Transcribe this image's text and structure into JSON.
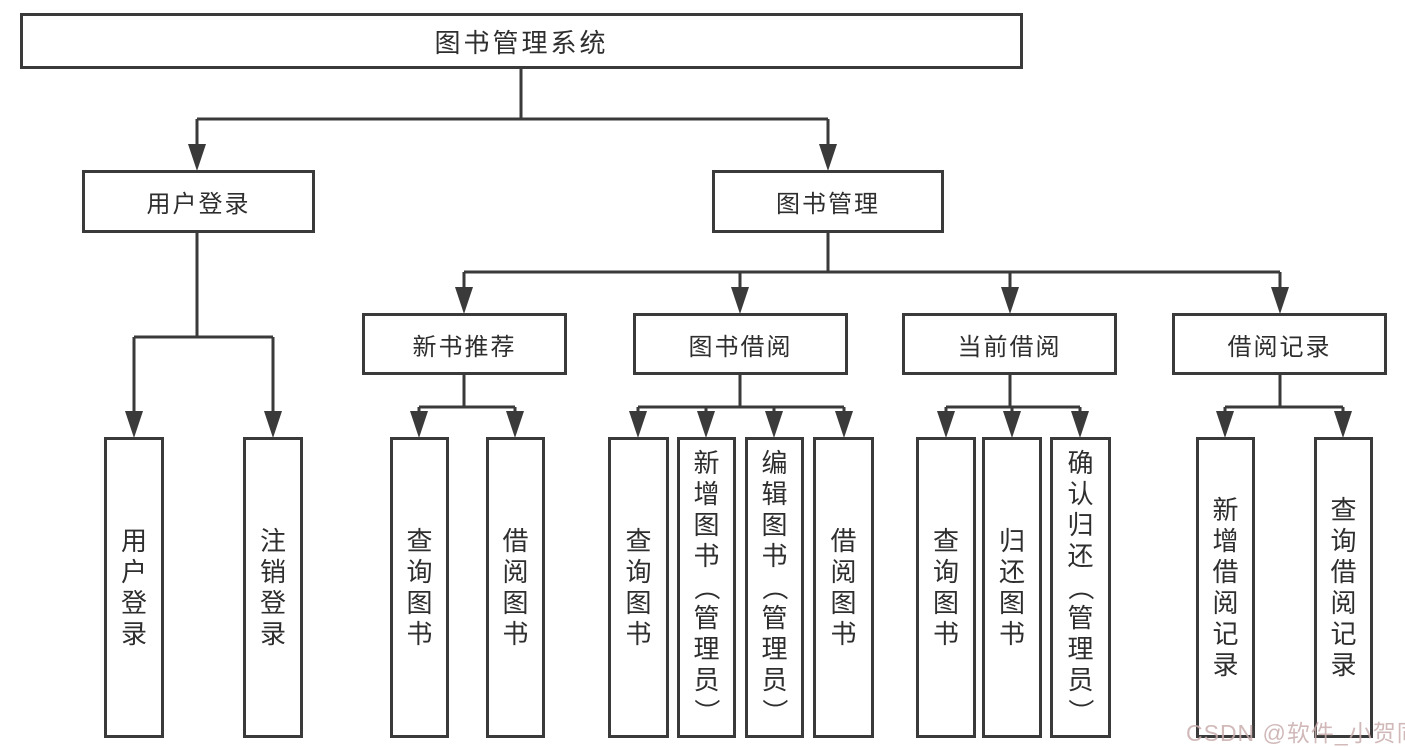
{
  "tree": {
    "label": "图书管理系统",
    "children": [
      {
        "label": "用户登录",
        "children": [
          {
            "label": "用户登录"
          },
          {
            "label": "注销登录"
          }
        ]
      },
      {
        "label": "图书管理",
        "children": [
          {
            "label": "新书推荐",
            "children": [
              {
                "label": "查询图书"
              },
              {
                "label": "借阅图书"
              }
            ]
          },
          {
            "label": "图书借阅",
            "children": [
              {
                "label": "查询图书"
              },
              {
                "label": "新增图书（管理员）"
              },
              {
                "label": "编辑图书（管理员）"
              },
              {
                "label": "借阅图书"
              }
            ]
          },
          {
            "label": "当前借阅",
            "children": [
              {
                "label": "查询图书"
              },
              {
                "label": "归还图书"
              },
              {
                "label": "确认归还（管理员）"
              }
            ]
          },
          {
            "label": "借阅记录",
            "children": [
              {
                "label": "新增借阅记录"
              },
              {
                "label": "查询借阅记录"
              }
            ]
          }
        ]
      }
    ]
  },
  "watermark": {
    "text": "CSDN @软件_小贺同学"
  },
  "colors": {
    "line": "#3a3a3a",
    "text": "#2e2e2e",
    "bg": "#ffffff",
    "watermark": "#c9adad"
  }
}
